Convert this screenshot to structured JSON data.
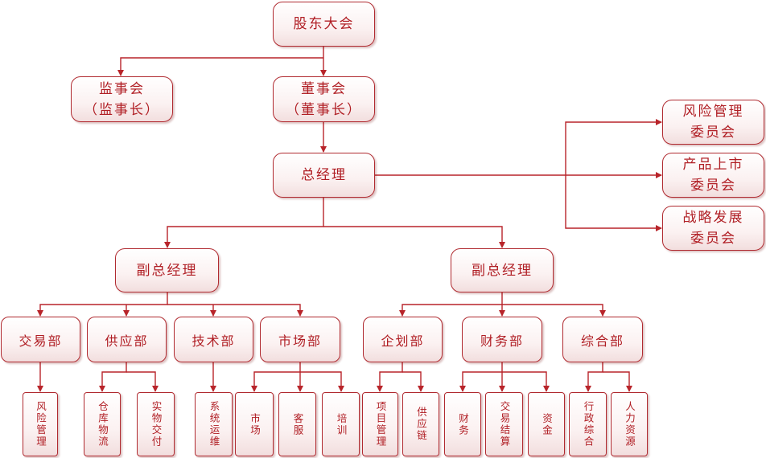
{
  "shareholders": "股东大会",
  "supervisory": {
    "line1": "监事会",
    "line2": "（监事长）"
  },
  "board": {
    "line1": "董事会",
    "line2": "（董事长）"
  },
  "gm": "总经理",
  "committees": {
    "risk": {
      "line1": "风险管理",
      "line2": "委员会"
    },
    "product": {
      "line1": "产品上市",
      "line2": "委员会"
    },
    "strategy": {
      "line1": "战略发展",
      "line2": "委员会"
    }
  },
  "vp_left": "副总经理",
  "vp_right": "副总经理",
  "depts": {
    "trading": "交易部",
    "supply": "供应部",
    "tech": "技术部",
    "market": "市场部",
    "planning": "企划部",
    "finance": "财务部",
    "general": "综合部"
  },
  "leaves": {
    "risk_mgmt": "风险管理",
    "warehouse": "仓库物流",
    "delivery": "实物交付",
    "sysops": "系统运维",
    "marketing": "市场",
    "service": "客服",
    "training": "培训",
    "project": "项目管理",
    "supply_chain": "供应链",
    "accounting": "财务",
    "settlement": "交易结算",
    "funds": "资金",
    "admin": "行政综合",
    "hr": "人力资源"
  },
  "colors": {
    "line": "#b8242a",
    "text": "#b01e24",
    "border": "#b02a30"
  }
}
